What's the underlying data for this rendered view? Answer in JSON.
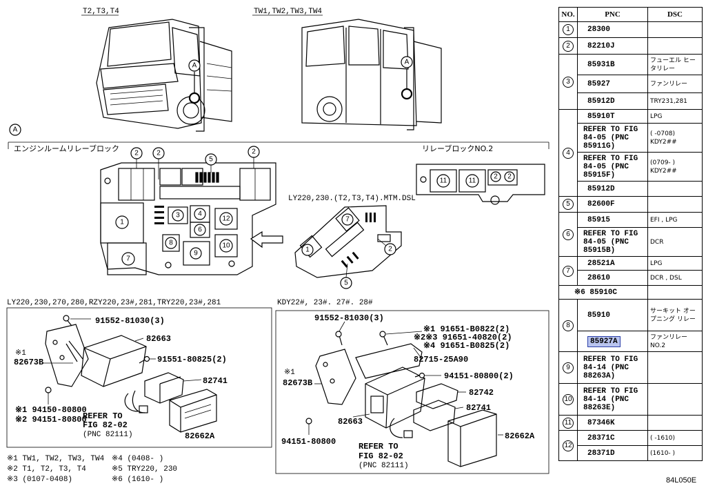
{
  "diagram": {
    "truck_labels": [
      "T2,T3,T4",
      "TW1,TW2,TW3,TW4"
    ],
    "callout_a": "A",
    "section_a_label": "A",
    "engine_room_label": "エンジンルームリレーブロック",
    "relay_block_label": "リレーブロックNO.2",
    "ly_mtm_label": "LY220,230.(T2,T3,T4).MTM.DSL",
    "left_model_label": "LY220,230,270,280,RZY220,23#,281,TRY220,23#,281",
    "right_model_label": "KDY22#, 23#. 27#. 28#",
    "left_parts": {
      "bolt1": "91552-81030(3)",
      "p82663": "82663",
      "star1": "※1",
      "p82673b": "82673B",
      "bolt2": "91551-80825(2)",
      "p82741": "82741",
      "nut1": "※1 94150-80800",
      "nut2": "※2 94151-80800",
      "refer1": "REFER TO",
      "refer2": "FIG 82-02",
      "refer3": "(PNC 82111)",
      "p82662a": "82662A"
    },
    "right_parts": {
      "bolt1": "91552-81030(3)",
      "s1": "※1 91651-B0822(2)",
      "s2": "※2※3 91651-40820(2)",
      "s3": "※4 91651-B0825(2)",
      "p82715": "82715-25A90",
      "star1": "※1",
      "p82673b": "82673B",
      "b94151": "94151-80800(2)",
      "p82742": "82742",
      "p82741": "82741",
      "p82663": "82663",
      "p82662a": "82662A",
      "nut": "94151-80800",
      "refer1": "REFER TO",
      "refer2": "FIG 82-02",
      "refer3": "(PNC 82111)"
    },
    "footnotes": [
      "※1  TW1, TW2, TW3, TW4",
      "※2  T1, T2, T3, T4",
      "※3  (0107-0408)",
      "※4  (0408-      )",
      "※5  TRY220, 230",
      "※6  (1610-      )"
    ]
  },
  "table": {
    "headers": [
      "NO.",
      "PNC",
      "DSC"
    ],
    "rows": [
      {
        "no": "1",
        "pnc": "28300",
        "dsc": ""
      },
      {
        "no": "2",
        "pnc": "82210J",
        "dsc": ""
      },
      {
        "no": "3",
        "pnc": "85931B",
        "dsc": "フューエル ヒータリレー"
      },
      {
        "no": "",
        "pnc": "85927",
        "dsc": "ファンリレー"
      },
      {
        "no": "",
        "pnc": "85912D",
        "dsc": "TRY231,281"
      },
      {
        "no": "4",
        "pnc": "85910T",
        "dsc": "LPG"
      },
      {
        "no": "",
        "pnc": "REFER TO FIG 84-05 (PNC 85911G)",
        "dsc": "(    -0708) KDY2##"
      },
      {
        "no": "",
        "pnc": "REFER TO FIG 84-05 (PNC 85915F)",
        "dsc": "(0709-    ) KDY2##"
      },
      {
        "no": "",
        "pnc": "85912D",
        "dsc": ""
      },
      {
        "no": "5",
        "pnc": "82600F",
        "dsc": ""
      },
      {
        "no": "6",
        "pnc": "85915",
        "dsc": "EFI , LPG"
      },
      {
        "no": "",
        "pnc": "REFER TO FIG 84-05 (PNC 85915B)",
        "dsc": "DCR"
      },
      {
        "no": "7",
        "pnc": "28521A",
        "dsc": "LPG"
      },
      {
        "no": "",
        "pnc": "28610",
        "dsc": "DCR , DSL"
      },
      {
        "no": "",
        "pnc": "※6 85910C",
        "dsc": ""
      },
      {
        "no": "8",
        "pnc": "85910",
        "dsc": "サーキット オープニング リレー"
      },
      {
        "no": "",
        "pnc": "85927A",
        "dsc": "ファンリレー NO.2"
      },
      {
        "no": "9",
        "pnc": "REFER TO FIG 84-14 (PNC 88263A)",
        "dsc": ""
      },
      {
        "no": "10",
        "pnc": "REFER TO FIG 84-14 (PNC 88263E)",
        "dsc": ""
      },
      {
        "no": "11",
        "pnc": "87346K",
        "dsc": ""
      },
      {
        "no": "12",
        "pnc": "28371C",
        "dsc": "(    -1610)"
      },
      {
        "no": "",
        "pnc": "28371D",
        "dsc": "(1610-    )"
      }
    ]
  },
  "figure_code": "84L050E",
  "colors": {
    "highlight": "#b9c4ee",
    "line": "#000000"
  }
}
